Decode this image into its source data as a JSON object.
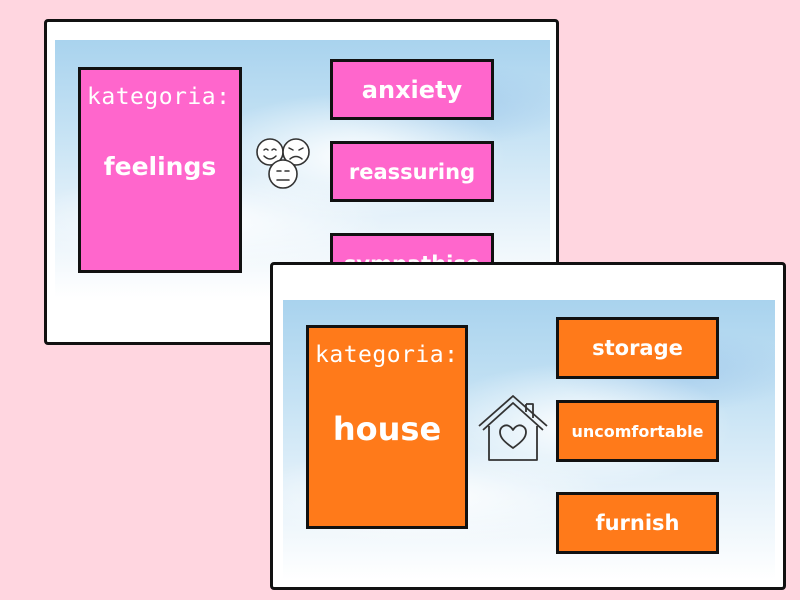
{
  "slides": [
    {
      "category_label": "kategoria:",
      "category_value": "feelings",
      "icon": "faces-icon",
      "words": [
        "anxiety",
        "reassuring",
        "sympathise"
      ],
      "color": "#ff66cc"
    },
    {
      "category_label": "kategoria:",
      "category_value": "house",
      "icon": "house-heart-icon",
      "words": [
        "storage",
        "uncomfortable",
        "furnish"
      ],
      "color": "#ff7a1a"
    }
  ]
}
